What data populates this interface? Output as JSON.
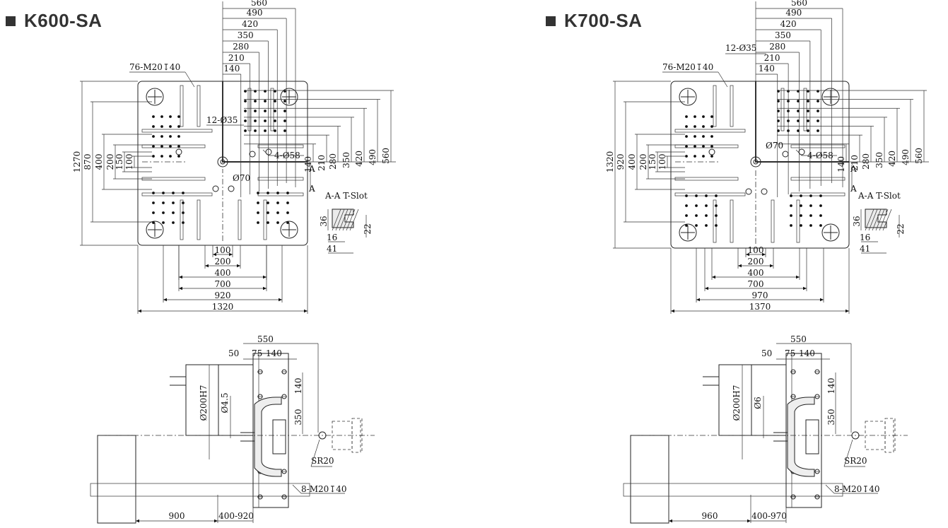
{
  "headings": [
    "K600-SA",
    "K700-SA"
  ],
  "models": [
    {
      "name": "K600-SA",
      "widths": [
        "560",
        "490",
        "420",
        "350",
        "280",
        "210",
        "140"
      ],
      "heights": [
        "140",
        "210",
        "280",
        "350",
        "420",
        "490",
        "560"
      ],
      "left_dims": [
        "1270",
        "870",
        "400",
        "200",
        "150",
        "100"
      ],
      "bottom_dims": [
        "100",
        "200",
        "400",
        "700",
        "920",
        "1320"
      ],
      "callouts": {
        "threads": "76-M20↧40",
        "holes12": "12-Ø35",
        "holes4": "4-Ø58",
        "center": "Ø70"
      },
      "section_mark": "A",
      "tslot": {
        "title": "A-A  T-Slot",
        "d36": "36",
        "d22": "22",
        "d16": "16",
        "d41": "41"
      },
      "side": {
        "top_dims": [
          "550",
          "50",
          "75",
          "140"
        ],
        "vert_dims": [
          "Ø200H7",
          "Ø4.5",
          "140",
          "350"
        ],
        "sr": "SR20",
        "bolt": "8-M20↧40",
        "bottom_dims": [
          "900",
          "400-920"
        ]
      }
    },
    {
      "name": "K700-SA",
      "widths": [
        "560",
        "490",
        "420",
        "350",
        "280",
        "210",
        "140"
      ],
      "heights": [
        "140",
        "210",
        "280",
        "350",
        "420",
        "490",
        "560"
      ],
      "left_dims": [
        "1320",
        "920",
        "400",
        "200",
        "150",
        "100"
      ],
      "bottom_dims": [
        "100",
        "200",
        "400",
        "700",
        "970",
        "1370"
      ],
      "callouts": {
        "threads": "76-M20↧40",
        "holes12": "12-Ø35",
        "holes4": "4-Ø58",
        "center": "Ø70"
      },
      "section_mark": "A",
      "tslot": {
        "title": "A-A  T-Slot",
        "d36": "36",
        "d22": "22",
        "d16": "16",
        "d41": "41"
      },
      "side": {
        "top_dims": [
          "550",
          "50",
          "75",
          "140"
        ],
        "vert_dims": [
          "Ø200H7",
          "Ø6",
          "140",
          "350"
        ],
        "sr": "SR20",
        "bolt": "8-M20↧40",
        "bottom_dims": [
          "960",
          "400-970"
        ]
      }
    }
  ]
}
